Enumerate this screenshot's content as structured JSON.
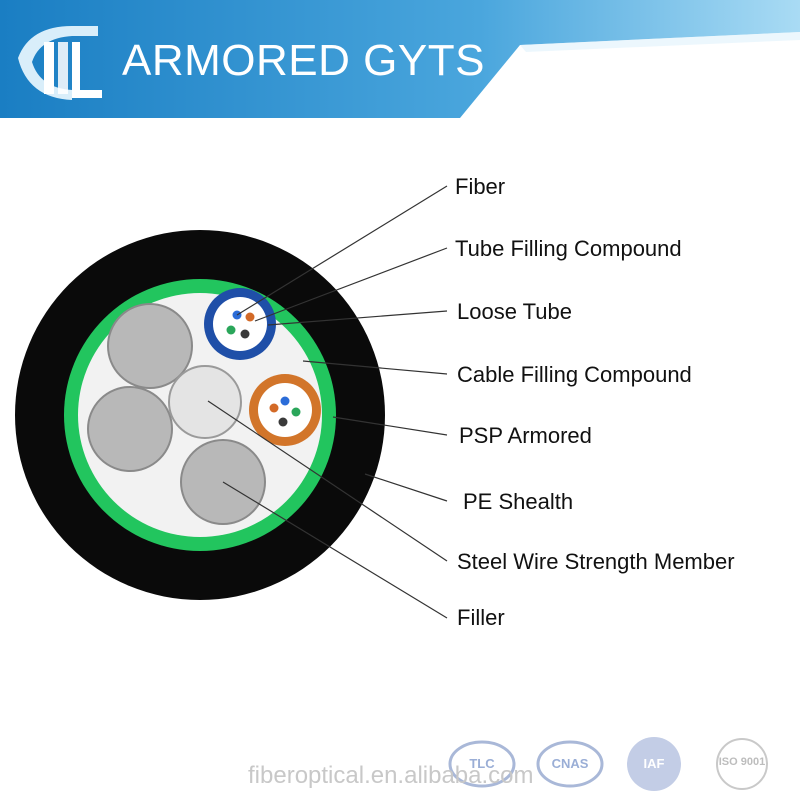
{
  "header": {
    "title": "ARMORED GYTS",
    "colors": {
      "banner_start": "#1c7fc3",
      "banner_end": "#9dd4f2"
    }
  },
  "diagram": {
    "colors": {
      "jacket": "#0a0a0a",
      "armor": "#22c55e",
      "filling": "#f2f2f2",
      "filler": "#b8b8b8",
      "tube_blue": "#1f4fa8",
      "tube_orange": "#d2752a"
    },
    "callouts": [
      {
        "id": "fiber",
        "label": "Fiber"
      },
      {
        "id": "tube-filling",
        "label": "Tube Filling Compound"
      },
      {
        "id": "loose-tube",
        "label": "Loose Tube"
      },
      {
        "id": "cable-filling",
        "label": "Cable Filling Compound"
      },
      {
        "id": "psp",
        "label": "PSP Armored"
      },
      {
        "id": "pe-sheath",
        "label": "PE Shealth"
      },
      {
        "id": "steel-wire",
        "label": "Steel Wire Strength Member"
      },
      {
        "id": "filler",
        "label": "Filler"
      }
    ]
  },
  "footer": {
    "url": "fiberoptical.en.alibaba.com",
    "badges": [
      {
        "name": "TLC",
        "text": "TLC"
      },
      {
        "name": "CNAS",
        "text": "CNAS"
      },
      {
        "name": "IAF",
        "text": "IAF"
      },
      {
        "name": "ISO",
        "text": "ISO 9001"
      }
    ]
  }
}
